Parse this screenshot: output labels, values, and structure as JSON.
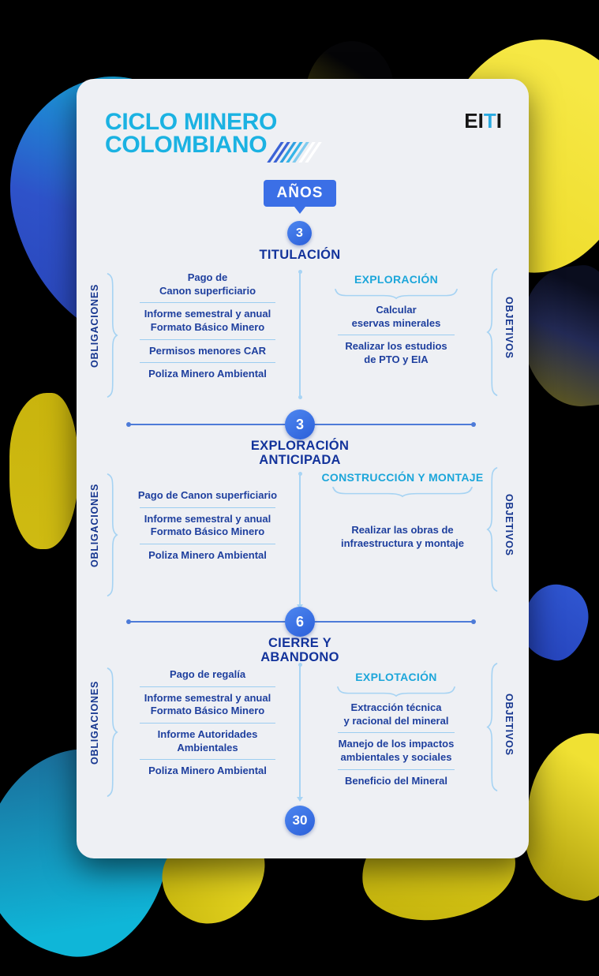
{
  "palette": {
    "background": "#000000",
    "card": "#eef0f4",
    "title_cyan": "#1bb2e2",
    "section_header_cyan": "#1ca6da",
    "navy": "#16368f",
    "item_navy": "#1e3f9e",
    "badge_blue": "#3b6fe6",
    "circle_blue": "#2f66e0",
    "light_blue": "#a6d3f3",
    "divider_blue": "#4d7bd8",
    "yellow": "#f2e33a",
    "teal": "#12b9da"
  },
  "header": {
    "title_line1": "CICLO MINERO",
    "title_line2": "COLOMBIANO",
    "logo": {
      "part1": "EI",
      "part2": "T",
      "part3": "I"
    }
  },
  "timeline": {
    "badge": "AÑOS",
    "circles": [
      "3",
      "3",
      "6",
      "30"
    ]
  },
  "side_labels": {
    "left": "OBLIGACIONES",
    "right": "OBJETIVOS"
  },
  "sections": [
    {
      "phase_line1": "TITULACIÓN",
      "phase_line2": "",
      "objectives_header": "EXPLORACIÓN",
      "obligations": [
        "Pago de\nCanon superficiario",
        "Informe semestral y anual\nFormato Básico Minero",
        "Permisos menores CAR",
        "Poliza Minero Ambiental"
      ],
      "objectives": [
        "Calcular\neservas minerales",
        "Realizar los estudios\nde PTO y EIA"
      ]
    },
    {
      "phase_line1": "EXPLORACIÓN",
      "phase_line2": "ANTICIPADA",
      "objectives_header": "CONSTRUCCIÓN Y MONTAJE",
      "obligations": [
        "Pago de Canon superficiario",
        "Informe semestral y anual\nFormato Básico Minero",
        "Poliza Minero Ambiental"
      ],
      "objectives": [
        "Realizar las obras de\ninfraestructura y montaje"
      ]
    },
    {
      "phase_line1": "CIERRE Y",
      "phase_line2": "ABANDONO",
      "objectives_header": "EXPLOTACIÓN",
      "obligations": [
        "Pago de regalía",
        "Informe semestral y anual\nFormato Básico Minero",
        "Informe Autoridades\nAmbientales",
        "Poliza Minero Ambiental"
      ],
      "objectives": [
        "Extracción técnica\ny racional del mineral",
        "Manejo de los impactos\nambientales y sociales",
        "Beneficio del Mineral"
      ]
    }
  ]
}
